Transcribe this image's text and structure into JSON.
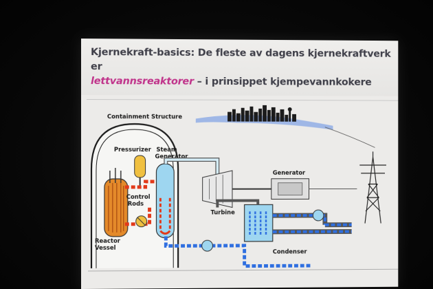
{
  "slide": {
    "title_line1": "Kjernekraft-basics: De fleste av dagens kjernekraftverk er",
    "title_highlight": "lettvannsreaktorer",
    "title_line2_rest": " – i prinsippet kjempevannkokere",
    "accent_color": "#c0328a"
  },
  "diagram": {
    "containment": "Containment Structure",
    "pressurizer": "Pressurizer",
    "steam_generator_1": "Steam",
    "steam_generator_2": "Generator",
    "control_rods_1": "Control",
    "control_rods_2": "Rods",
    "reactor_vessel_1": "Reactor",
    "reactor_vessel_2": "Vessel",
    "turbine": "Turbine",
    "generator": "Generator",
    "condenser": "Condenser",
    "colors": {
      "hot_loop": "#e23a1a",
      "cool_loop": "#2f6fe0",
      "water": "#8fd0ee",
      "core": "#e48a2a"
    },
    "icons": [
      "city-skyline-icon",
      "transmission-tower-icon"
    ]
  }
}
